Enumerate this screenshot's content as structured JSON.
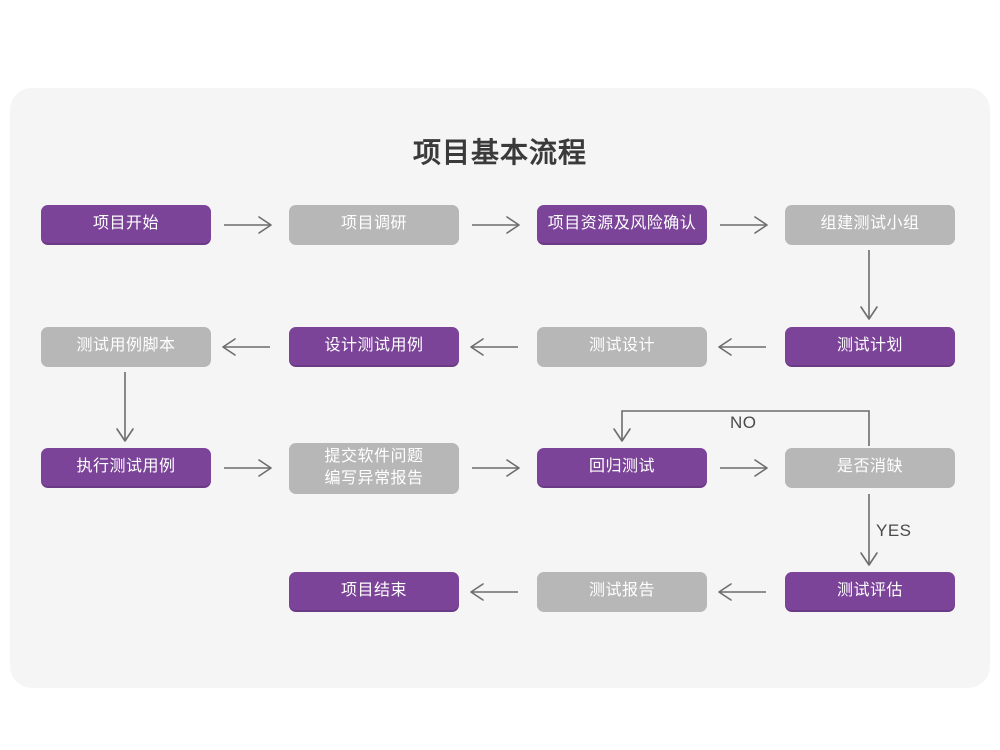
{
  "panel": {
    "background_color": "#f5f5f5",
    "page_background_color": "#ffffff"
  },
  "title": "项目基本流程",
  "colors": {
    "purple": "#7b4499",
    "purple_edge": "#6a3a85",
    "gray": "#b7b7b7",
    "node_text": "#ffffff",
    "arrow": "#6d6d6d",
    "title_text": "#3a3a3a",
    "label_text": "#4a4a4a"
  },
  "diagram": {
    "type": "flowchart",
    "nodes": [
      {
        "id": "n1",
        "label": "项目开始",
        "style": "purple",
        "row": 1,
        "col": 1
      },
      {
        "id": "n2",
        "label": "项目调研",
        "style": "gray",
        "row": 1,
        "col": 2
      },
      {
        "id": "n3",
        "label": "项目资源及风险确认",
        "style": "purple",
        "row": 1,
        "col": 3
      },
      {
        "id": "n4",
        "label": "组建测试小组",
        "style": "gray",
        "row": 1,
        "col": 4
      },
      {
        "id": "n5",
        "label": "测试用例脚本",
        "style": "gray",
        "row": 2,
        "col": 1
      },
      {
        "id": "n6",
        "label": "设计测试用例",
        "style": "purple",
        "row": 2,
        "col": 2
      },
      {
        "id": "n7",
        "label": "测试设计",
        "style": "gray",
        "row": 2,
        "col": 3
      },
      {
        "id": "n8",
        "label": "测试计划",
        "style": "purple",
        "row": 2,
        "col": 4
      },
      {
        "id": "n9",
        "label": "执行测试用例",
        "style": "purple",
        "row": 3,
        "col": 1
      },
      {
        "id": "n10",
        "label": "提交软件问题\n编写异常报告",
        "style": "gray",
        "row": 3,
        "col": 2
      },
      {
        "id": "n11",
        "label": "回归测试",
        "style": "purple",
        "row": 3,
        "col": 3
      },
      {
        "id": "n12",
        "label": "是否消缺",
        "style": "gray",
        "row": 3,
        "col": 4
      },
      {
        "id": "n13",
        "label": "项目结束",
        "style": "purple",
        "row": 4,
        "col": 2
      },
      {
        "id": "n14",
        "label": "测试报告",
        "style": "gray",
        "row": 4,
        "col": 3
      },
      {
        "id": "n15",
        "label": "测试评估",
        "style": "purple",
        "row": 4,
        "col": 4
      }
    ],
    "edge_labels": {
      "no": "NO",
      "yes": "YES"
    },
    "edges": [
      {
        "from": "n1",
        "to": "n2",
        "direction": "right"
      },
      {
        "from": "n2",
        "to": "n3",
        "direction": "right"
      },
      {
        "from": "n3",
        "to": "n4",
        "direction": "right"
      },
      {
        "from": "n4",
        "to": "n8",
        "direction": "down"
      },
      {
        "from": "n8",
        "to": "n7",
        "direction": "left"
      },
      {
        "from": "n7",
        "to": "n6",
        "direction": "left"
      },
      {
        "from": "n6",
        "to": "n5",
        "direction": "left"
      },
      {
        "from": "n5",
        "to": "n9",
        "direction": "down"
      },
      {
        "from": "n9",
        "to": "n10",
        "direction": "right"
      },
      {
        "from": "n10",
        "to": "n11",
        "direction": "right"
      },
      {
        "from": "n11",
        "to": "n12",
        "direction": "right"
      },
      {
        "from": "n12",
        "to": "n11",
        "direction": "loop-up-left",
        "label": "NO"
      },
      {
        "from": "n12",
        "to": "n15",
        "direction": "down",
        "label": "YES"
      },
      {
        "from": "n15",
        "to": "n14",
        "direction": "left"
      },
      {
        "from": "n14",
        "to": "n13",
        "direction": "left"
      }
    ]
  }
}
